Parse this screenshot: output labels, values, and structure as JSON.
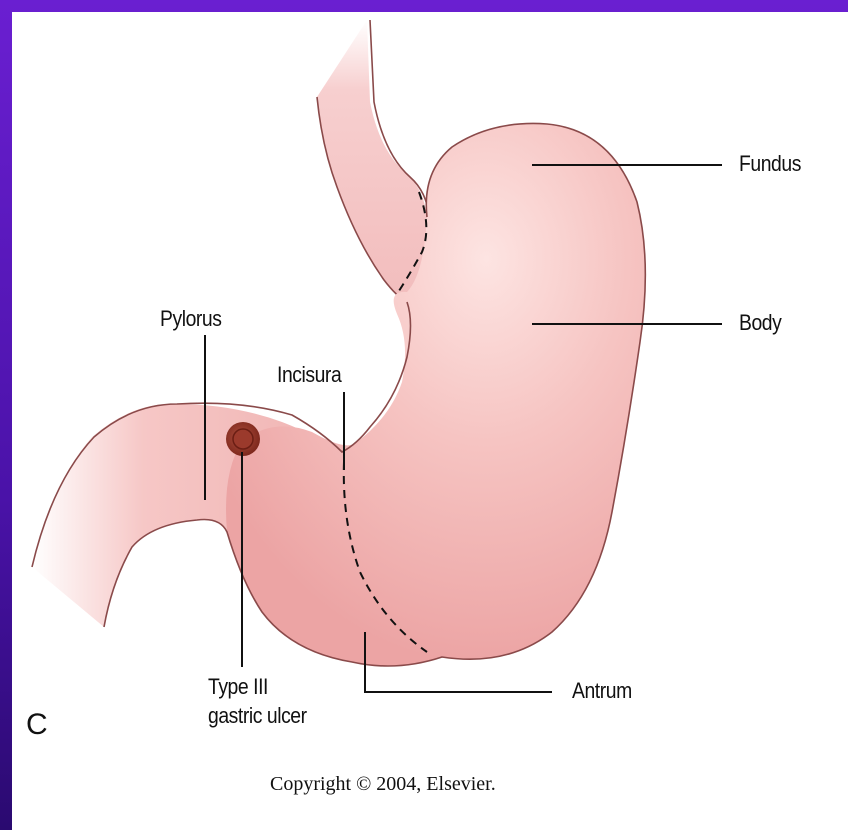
{
  "labels": {
    "fundus": "Fundus",
    "body": "Body",
    "pylorus": "Pylorus",
    "incisura": "Incisura",
    "ulcer_line1": "Type III",
    "ulcer_line2": "gastric ulcer",
    "antrum": "Antrum",
    "panel": "C"
  },
  "copyright": "Copyright © 2004, Elsevier.",
  "colors": {
    "frame_border": "#5b16c4",
    "stomach_fill": "#f0b3b3",
    "stomach_outline": "#8a4a4a",
    "ulcer": "#8c2f22",
    "leader_lines": "#111111"
  }
}
